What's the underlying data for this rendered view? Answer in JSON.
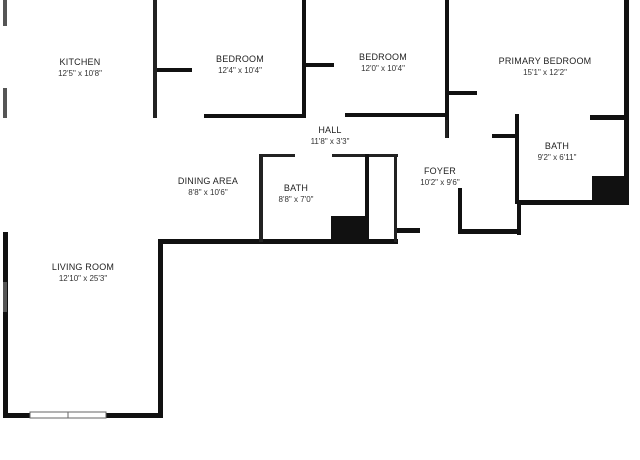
{
  "rooms": [
    {
      "id": "kitchen",
      "name": "KITCHEN",
      "dims": "12'5\" x 10'8\""
    },
    {
      "id": "bedroom-1",
      "name": "BEDROOM",
      "dims": "12'4\" x 10'4\""
    },
    {
      "id": "bedroom-2",
      "name": "BEDROOM",
      "dims": "12'0\" x 10'4\""
    },
    {
      "id": "primary-bedroom",
      "name": "PRIMARY BEDROOM",
      "dims": "15'1\" x 12'2\""
    },
    {
      "id": "hall",
      "name": "HALL",
      "dims": "11'8\" x 3'3\""
    },
    {
      "id": "foyer",
      "name": "FOYER",
      "dims": "10'2\" x 9'6\""
    },
    {
      "id": "bath-primary",
      "name": "BATH",
      "dims": "9'2\" x 6'11\""
    },
    {
      "id": "dining-area",
      "name": "DINING AREA",
      "dims": "8'8\" x 10'6\""
    },
    {
      "id": "bath",
      "name": "BATH",
      "dims": "8'8\" x 7'0\""
    },
    {
      "id": "living-room",
      "name": "LIVING ROOM",
      "dims": "12'10\" x 25'3\""
    }
  ]
}
